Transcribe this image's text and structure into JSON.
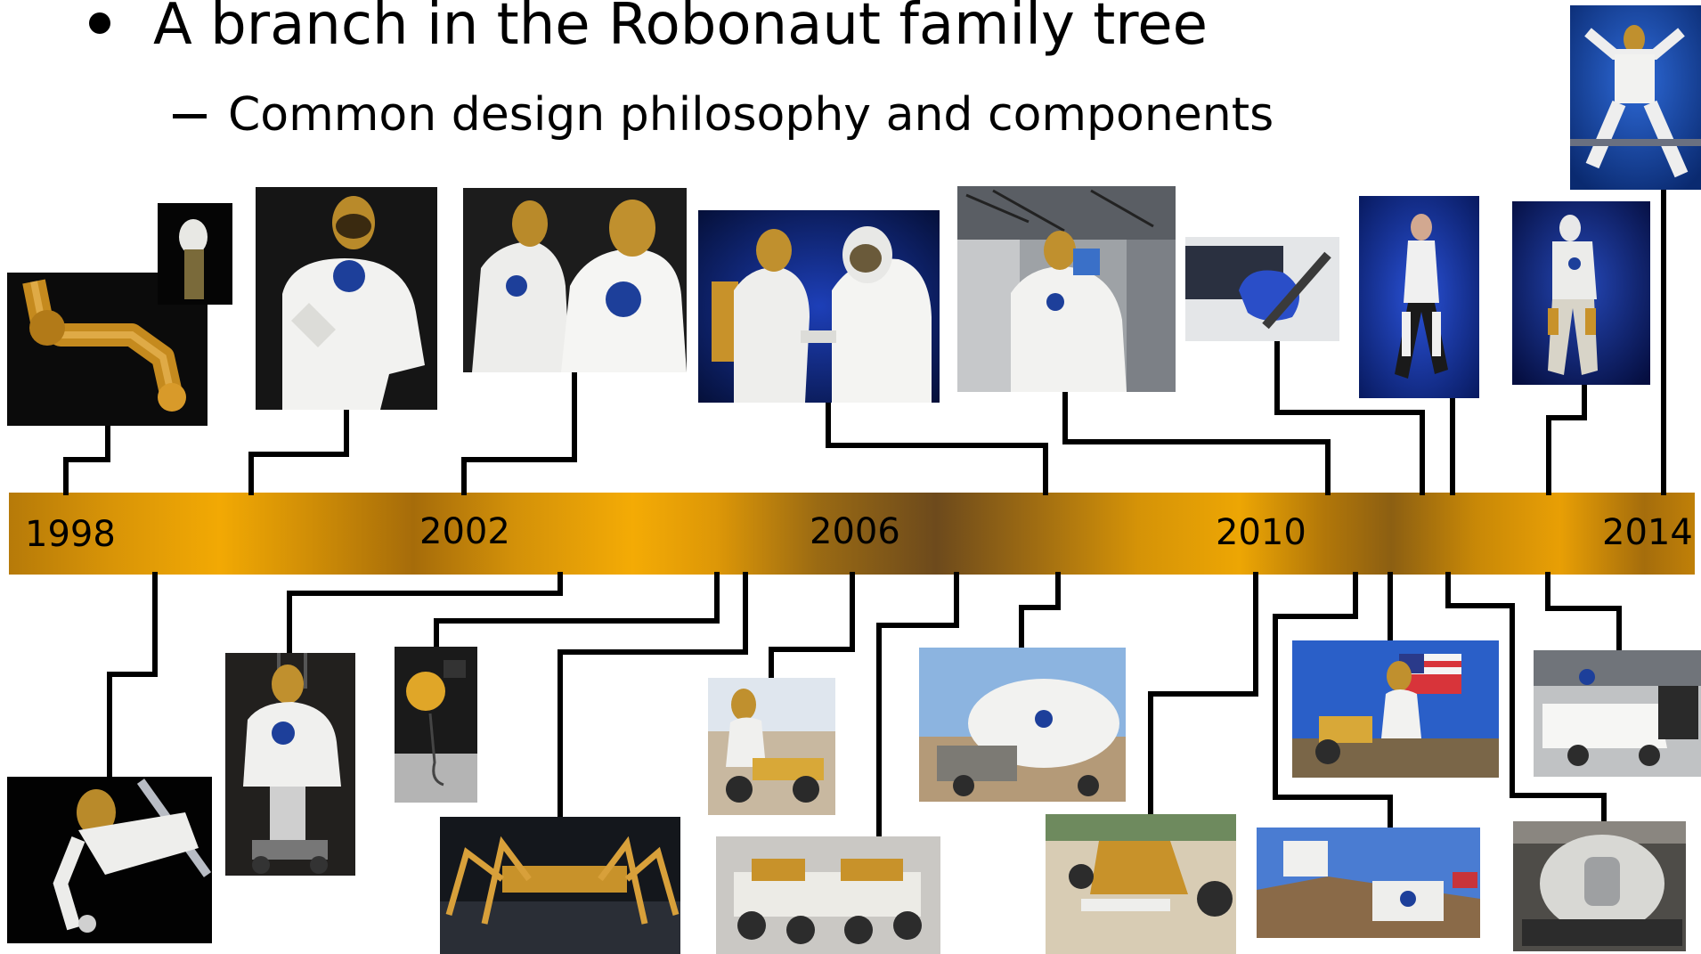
{
  "slide": {
    "bullet": "A branch in the Robonaut family tree",
    "sub_bullet": "Common design philosophy and components"
  },
  "timeline": {
    "years": [
      "1998",
      "2002",
      "2006",
      "2010",
      "2014"
    ],
    "bar_colors": [
      "#f2a904",
      "#6d4a1c",
      "#b67a09"
    ]
  },
  "photos": {
    "top": [
      "robonaut-arm",
      "robonaut-hand",
      "robonaut-torso",
      "robonaut-pair",
      "robonaut-astronaut-handshake",
      "robonaut2-on-station",
      "robotic-glove",
      "woman-wearing-exoskeleton",
      "valkyrie-robot",
      "robonaut2-legs-climbing"
    ],
    "bottom": [
      "robonaut-in-zero-g",
      "robonaut-on-segway",
      "gold-robot-head-on-stand",
      "six-legged-walker",
      "robonaut-on-rover",
      "multi-wheel-rover",
      "pressurized-rover-habitat",
      "lunar-rover-with-bulldozer-blade",
      "robonaut-centaur-with-flag",
      "rovers-on-hillside-with-flag",
      "white-crew-vehicle",
      "habitat-module-mockup"
    ]
  }
}
